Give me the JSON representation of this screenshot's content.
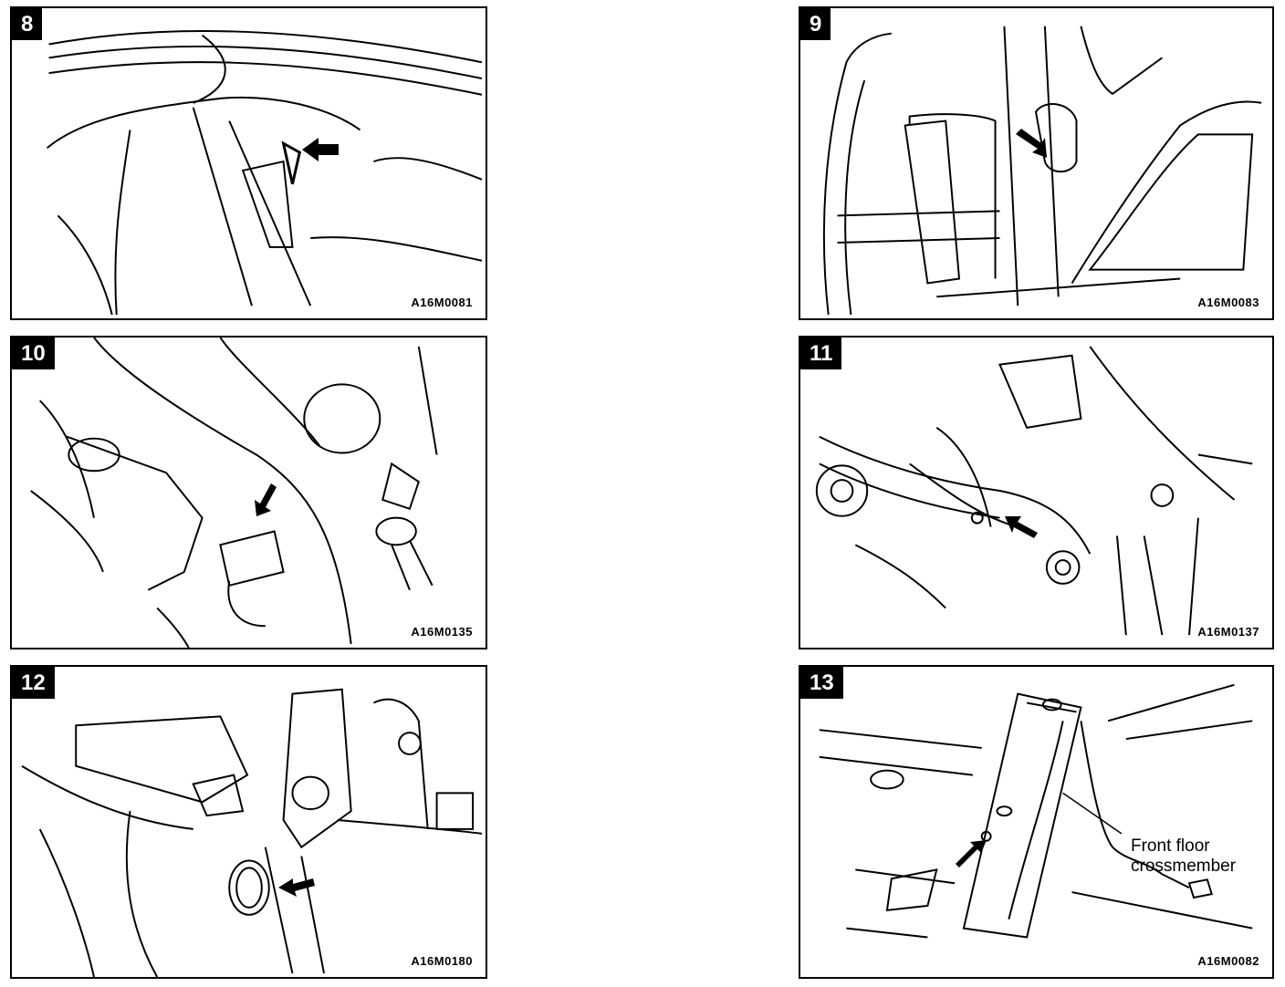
{
  "figures": [
    {
      "number": "8",
      "code": "A16M0081"
    },
    {
      "number": "9",
      "code": "A16M0083"
    },
    {
      "number": "10",
      "code": "A16M0135"
    },
    {
      "number": "11",
      "code": "A16M0137"
    },
    {
      "number": "12",
      "code": "A16M0180"
    },
    {
      "number": "13",
      "code": "A16M0082",
      "callout": {
        "line1": "Front floor",
        "line2": "crossmember"
      }
    }
  ]
}
